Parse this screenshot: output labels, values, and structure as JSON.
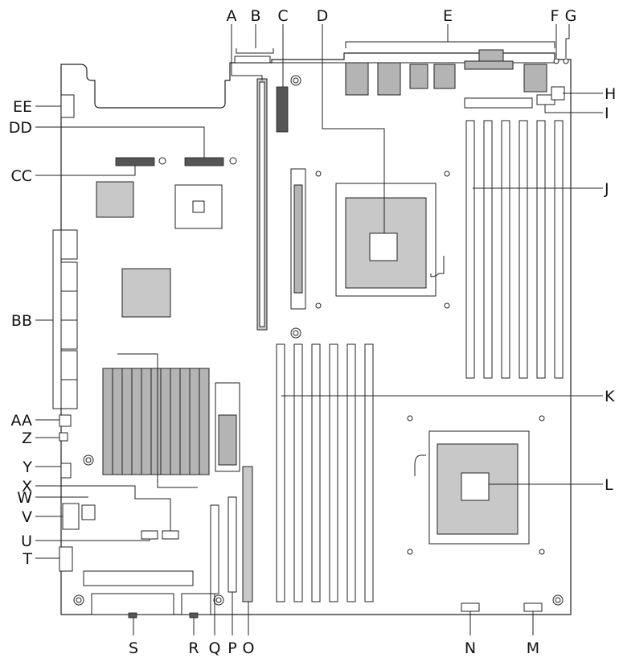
{
  "labels": {
    "A": "A",
    "B": "B",
    "C": "C",
    "D": "D",
    "E": "E",
    "F": "F",
    "G": "G",
    "H": "H",
    "I": "I",
    "J": "J",
    "K": "K",
    "L": "L",
    "M": "M",
    "N": "N",
    "O": "O",
    "P": "P",
    "Q": "Q",
    "R": "R",
    "S": "S",
    "T": "T",
    "U": "U",
    "V": "V",
    "W": "W",
    "X": "X",
    "Y": "Y",
    "Z": "Z",
    "AA": "AA",
    "BB": "BB",
    "CC": "CC",
    "DD": "DD",
    "EE": "EE"
  },
  "colors": {
    "board_line": "#222222",
    "heatsink_fill": "#b4b4b4",
    "socket_fill": "#c8c8c8"
  }
}
